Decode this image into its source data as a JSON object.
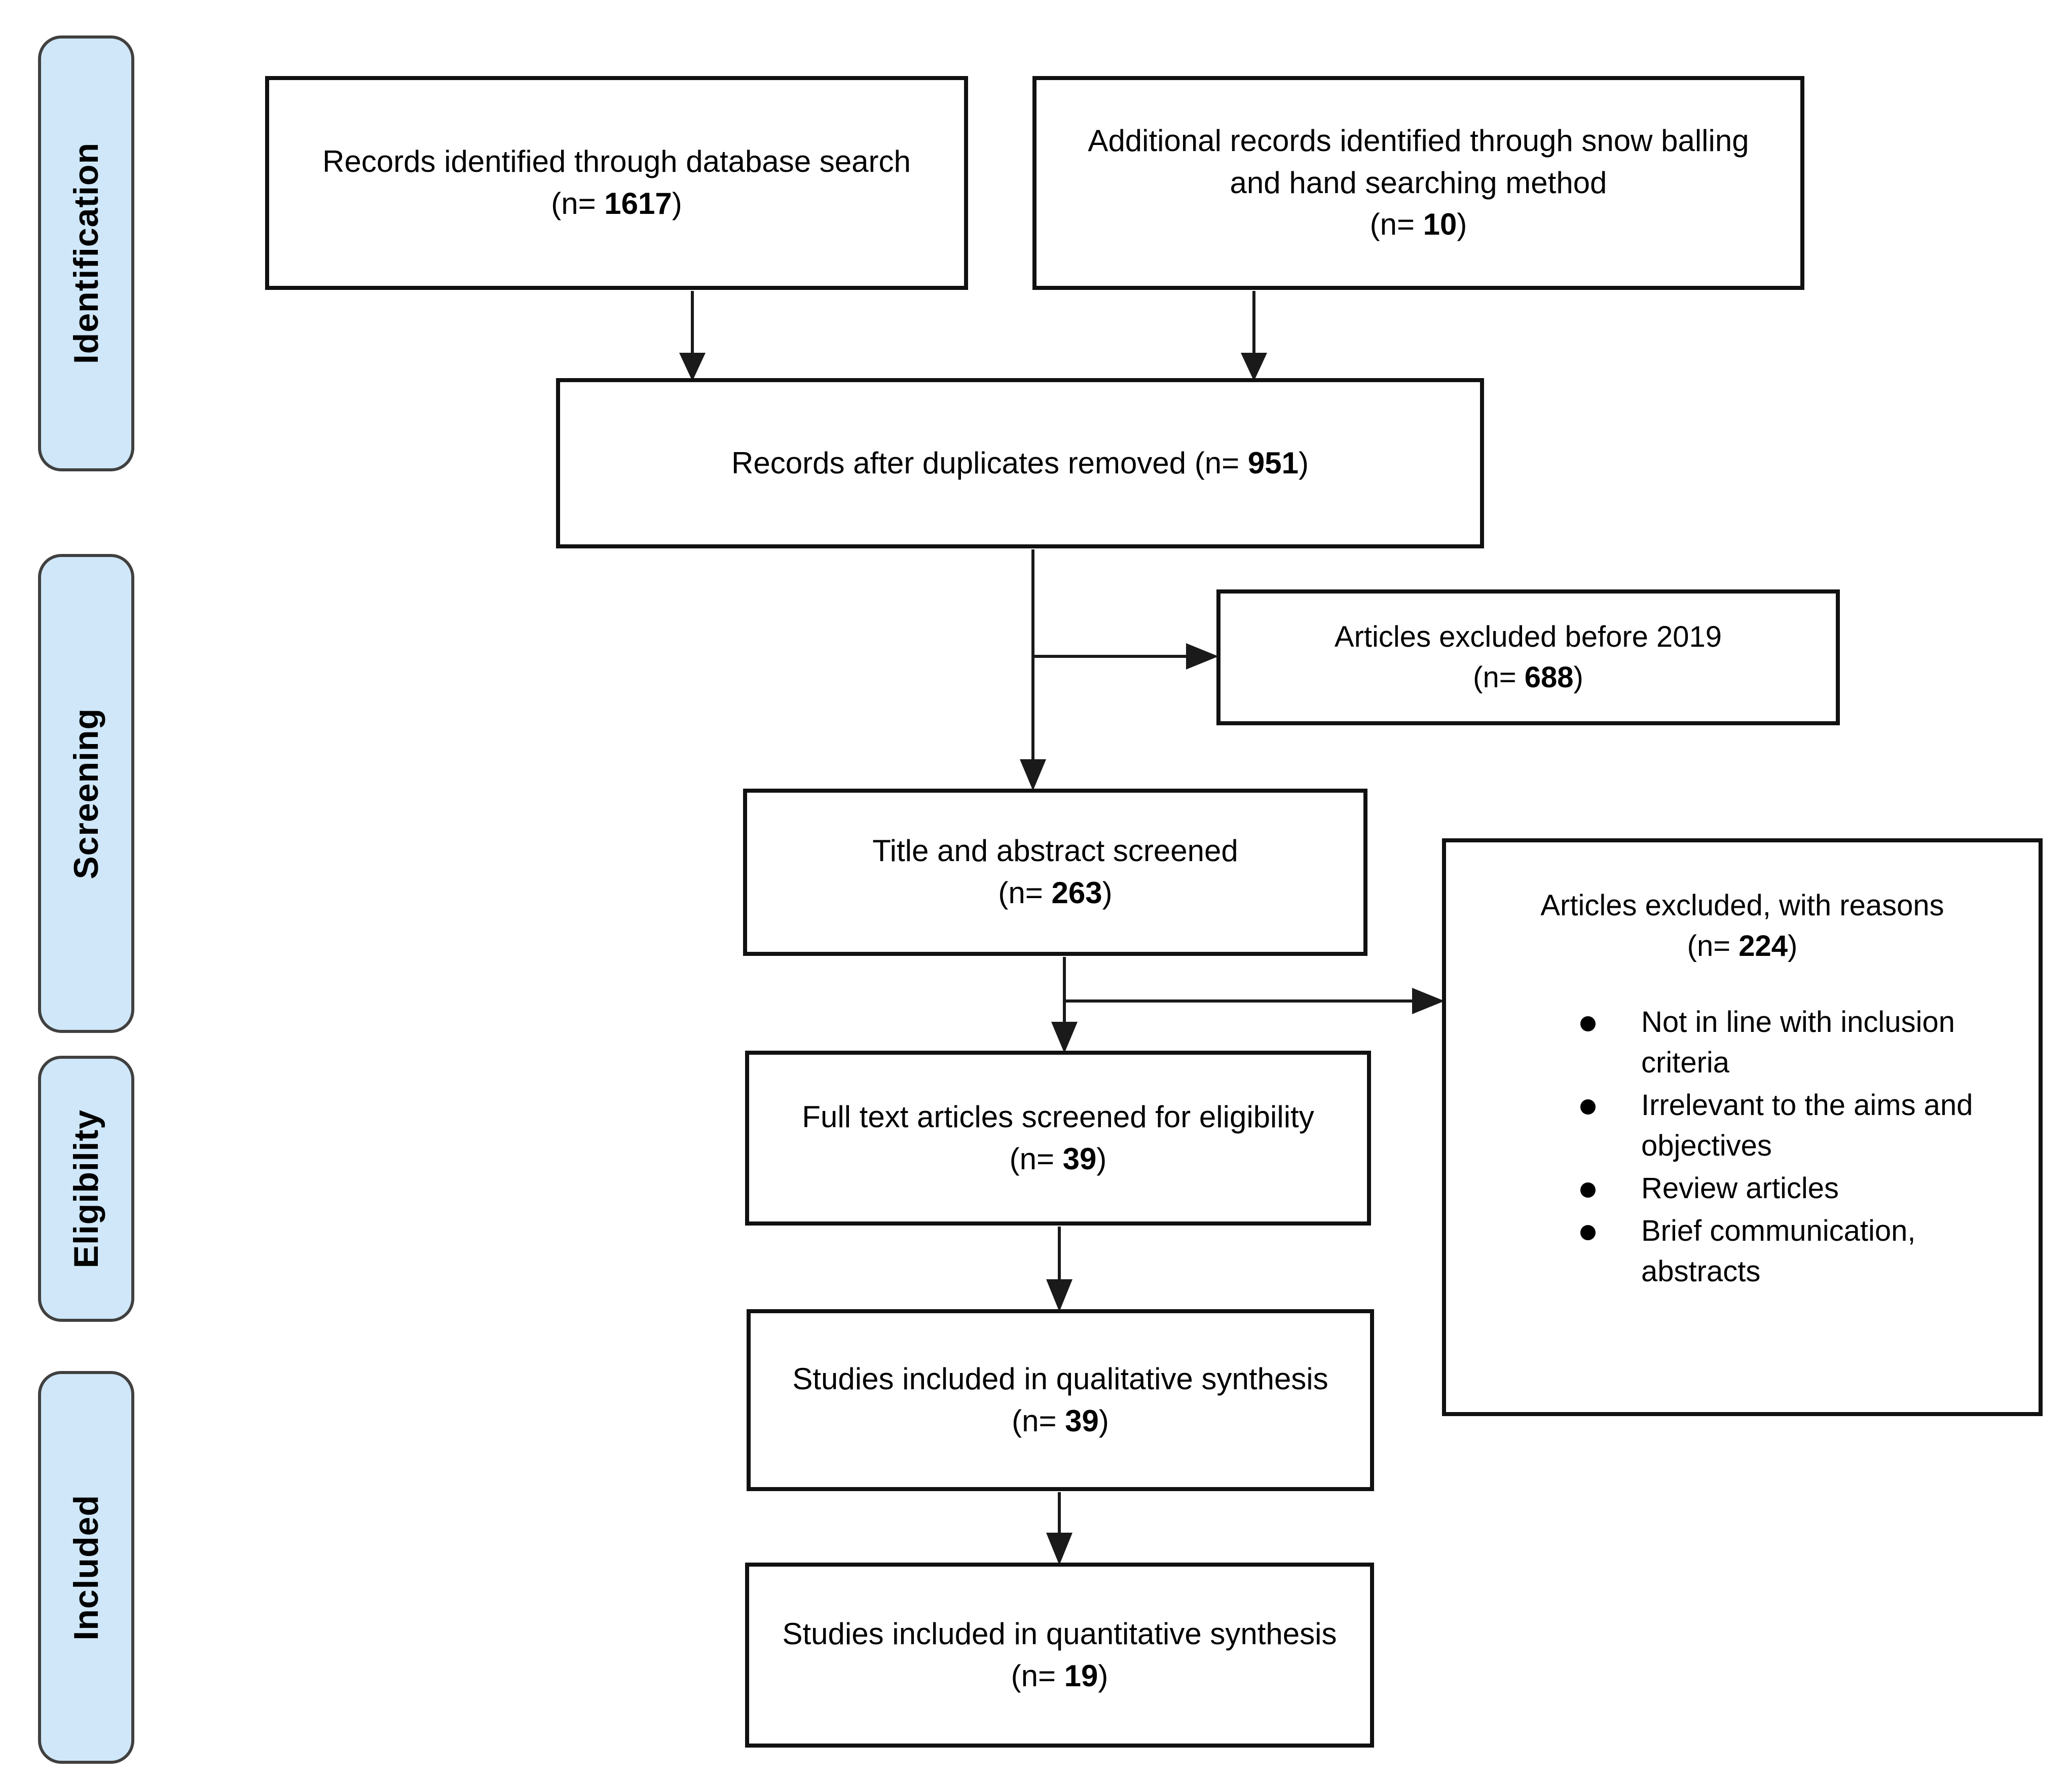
{
  "figure": {
    "type": "prisma-flow-diagram",
    "stages": [
      "Identification",
      "Screening",
      "Eligibility",
      "Included"
    ],
    "labels": {
      "n_prefix": "(n= ",
      "n_suffix": ")"
    },
    "boxes": {
      "identified": {
        "text": "Records identified through database search",
        "n": "1617"
      },
      "additional": {
        "text": "Additional records identified through snow balling and hand searching method",
        "n": "10"
      },
      "duplicates_removed": {
        "text": "Records after duplicates removed",
        "n": "951"
      },
      "excluded_before_2019": {
        "text": "Articles excluded before 2019",
        "n": "688"
      },
      "title_abstract_screened": {
        "text": "Title and abstract screened",
        "n": "263"
      },
      "excluded_with_reasons": {
        "text": "Articles excluded, with reasons",
        "n": "224",
        "reasons": [
          "Not in line with inclusion criteria",
          "Irrelevant to the aims and objectives",
          "Review articles",
          "Brief communication, abstracts"
        ]
      },
      "full_text_screened": {
        "text": "Full text articles screened for eligibility",
        "n": "39"
      },
      "qualitative_synthesis": {
        "text": "Studies included in qualitative synthesis",
        "n": "39"
      },
      "quantitative_synthesis": {
        "text": "Studies included in quantitative synthesis",
        "n": "19"
      }
    },
    "colors": {
      "stage_fill": "#cfe7f8",
      "stage_border": "#404040",
      "box_border": "#111111",
      "arrow": "#1a1a1a",
      "text": "#000000"
    }
  }
}
